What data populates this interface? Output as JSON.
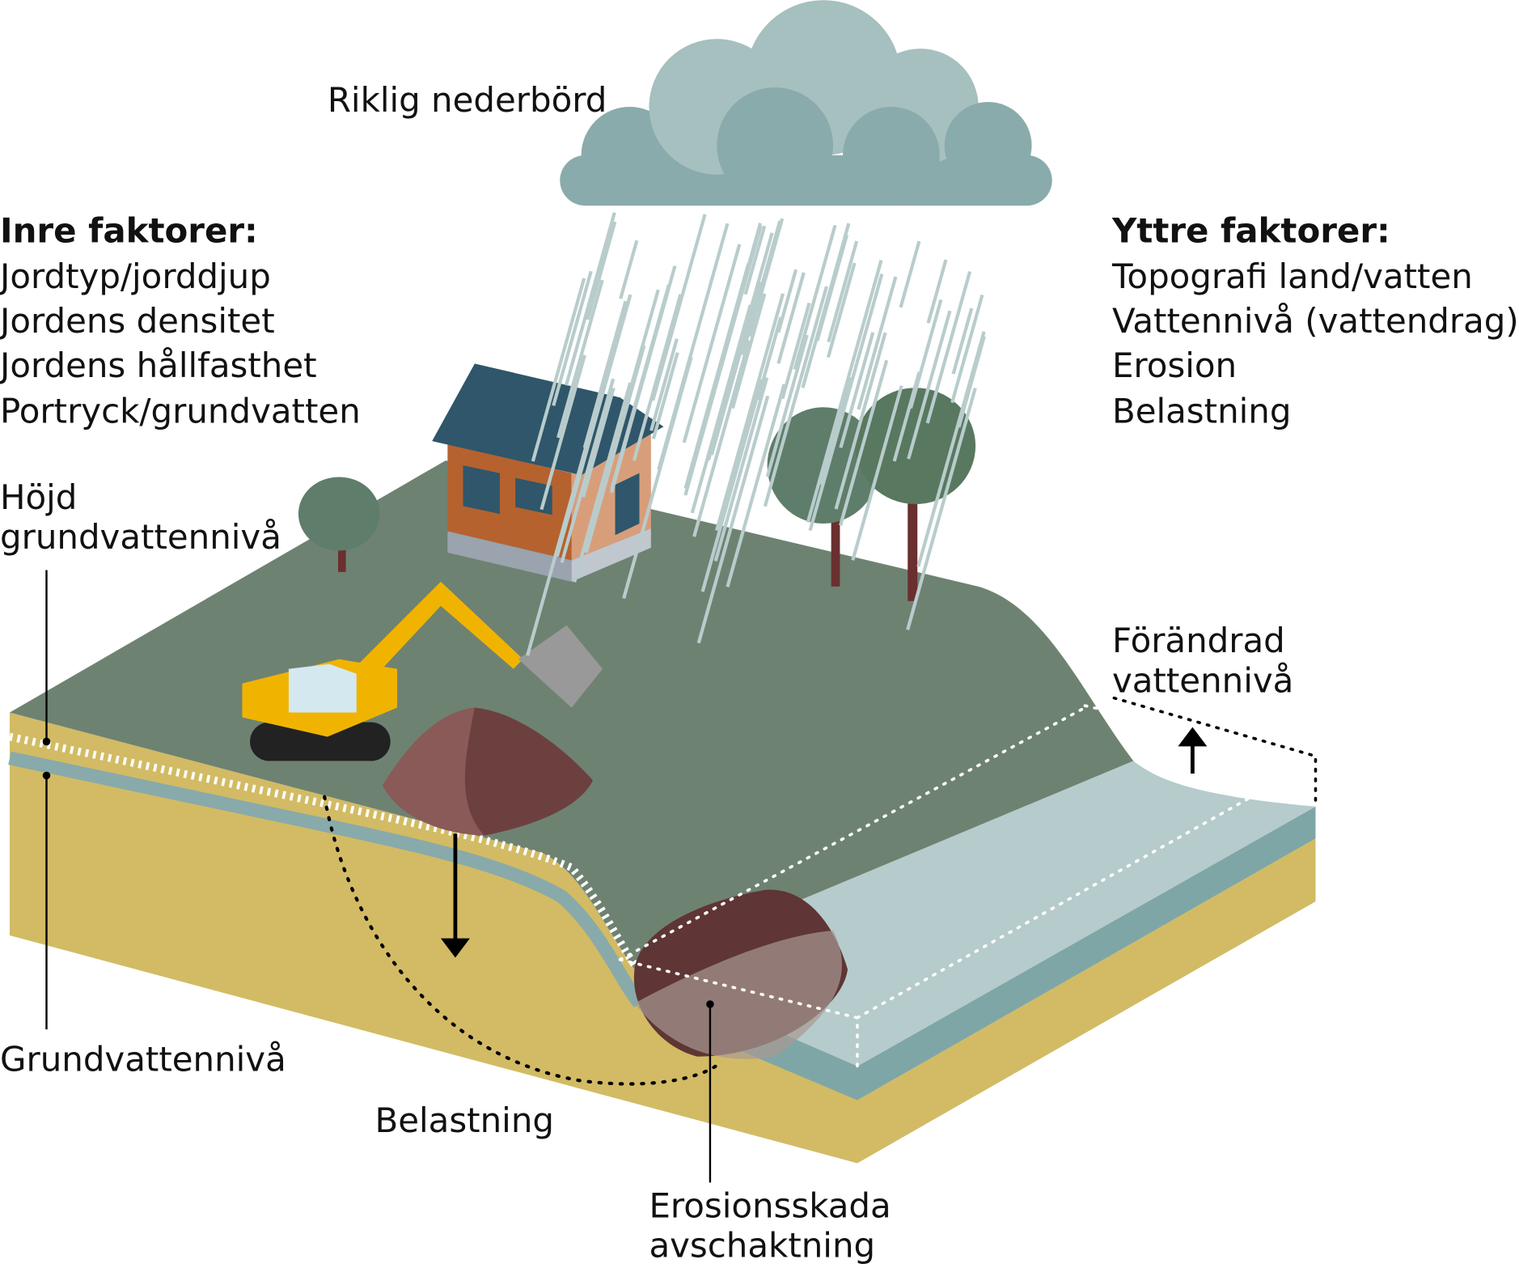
{
  "title_rain": "Riklig nederbörd",
  "inner": {
    "heading": "Inre faktorer:",
    "items": [
      "Jordtyp/jorddjup",
      "Jordens densitet",
      "Jordens hållfasthet",
      "Portryck/grundvatten"
    ]
  },
  "outer": {
    "heading": "Yttre faktorer:",
    "items": [
      "Topografi land/vatten",
      "Vattennivå (vattendrag)",
      "Erosion",
      "Belastning"
    ]
  },
  "labels": {
    "high_gw_1": "Höjd",
    "high_gw_2": "grundvattennivå",
    "gw": "Grundvattennivå",
    "load": "Belastning",
    "erosion_1": "Erosionsskada",
    "erosion_2": "avschaktning",
    "changed_water_1": "Förändrad",
    "changed_water_2": "vattennivå"
  },
  "colors": {
    "ground_top": "#6e8272",
    "soil": "#d2bb64",
    "water": "#86abab",
    "cloud": "#8aabab",
    "excavator": "#f0b400"
  }
}
